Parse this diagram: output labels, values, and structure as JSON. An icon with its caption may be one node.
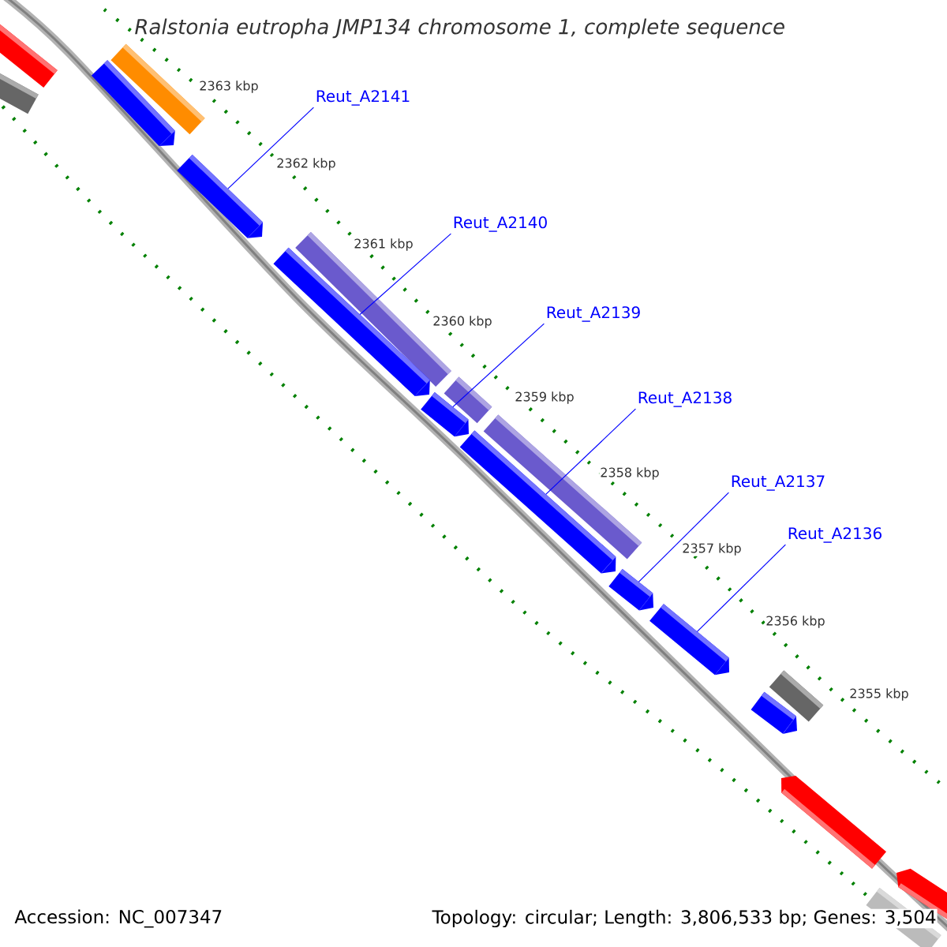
{
  "diagram": {
    "title": "Ralstonia eutropha JMP134 chromosome 1, complete sequence",
    "nodes": [
      {
        "text": [
          "Reut_A2141"
        ]
      },
      {
        "text": [
          "Reut_A2140"
        ]
      },
      {
        "text": [
          "Reut_A2139"
        ]
      },
      {
        "text": [
          "Reut_A2138"
        ]
      },
      {
        "text": [
          "Reut_A2137"
        ]
      },
      {
        "text": [
          "Reut_A2136"
        ]
      },
      {
        "text": [],
        "shape": "bar"
      },
      {
        "text": [],
        "shape": "bar"
      },
      {
        "text": [],
        "shape": "bar"
      },
      {
        "text": [],
        "shape": "bar"
      },
      {
        "text": [],
        "shape": "bar"
      },
      {
        "text": [],
        "shape": "bar"
      },
      {
        "text": [],
        "shape": "bar"
      },
      {
        "text": [],
        "shape": "bar"
      }
    ],
    "edges": [
      {
        "from": 0,
        "to": 7,
        "arrow": "none"
      },
      {
        "from": 1,
        "to": 8,
        "arrow": "none"
      },
      {
        "from": 2,
        "to": 9,
        "arrow": "none"
      },
      {
        "from": 3,
        "to": 10,
        "arrow": "none"
      },
      {
        "from": 4,
        "to": 11,
        "arrow": "none"
      },
      {
        "from": 5,
        "to": 12,
        "arrow": "none"
      }
    ],
    "labels": [
      "2363 kbp",
      "2362 kbp",
      "2361 kbp",
      "2360 kbp",
      "2359 kbp",
      "2358 kbp",
      "2357 kbp",
      "2356 kbp",
      "2355 kbp",
      "Accession: NC_007347",
      "Topology: circular; Length: 3,806,533 bp; Genes: 3,504"
    ]
  }
}
